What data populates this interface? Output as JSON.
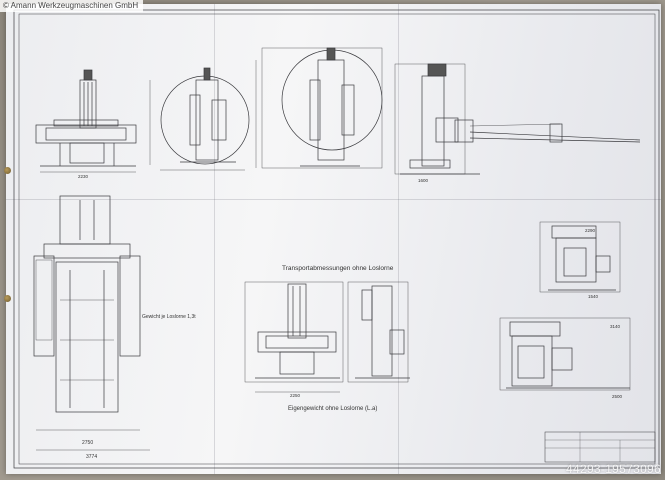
{
  "watermark": {
    "copyright": "© Amann Werkzeugmaschinen GmbH",
    "listing_id": "44293-19573096"
  },
  "drawing": {
    "label_transport": "Transportabmessungen ohne Loslorne",
    "label_self_weight": "Eigengewicht ohne Loslorne (L.a)",
    "label_weight_left": "Gewicht je Loslorne 1,3t",
    "label_dim_2750": "2750",
    "label_dim_3774": "3774",
    "label_dim_1600": "1600",
    "label_dim_2250": "2250",
    "label_dim_3140": "3140",
    "label_dim_2500": "2500",
    "label_dim_2290": "2290",
    "label_dim_1540": "1540",
    "label_dim_2230": "2230"
  }
}
